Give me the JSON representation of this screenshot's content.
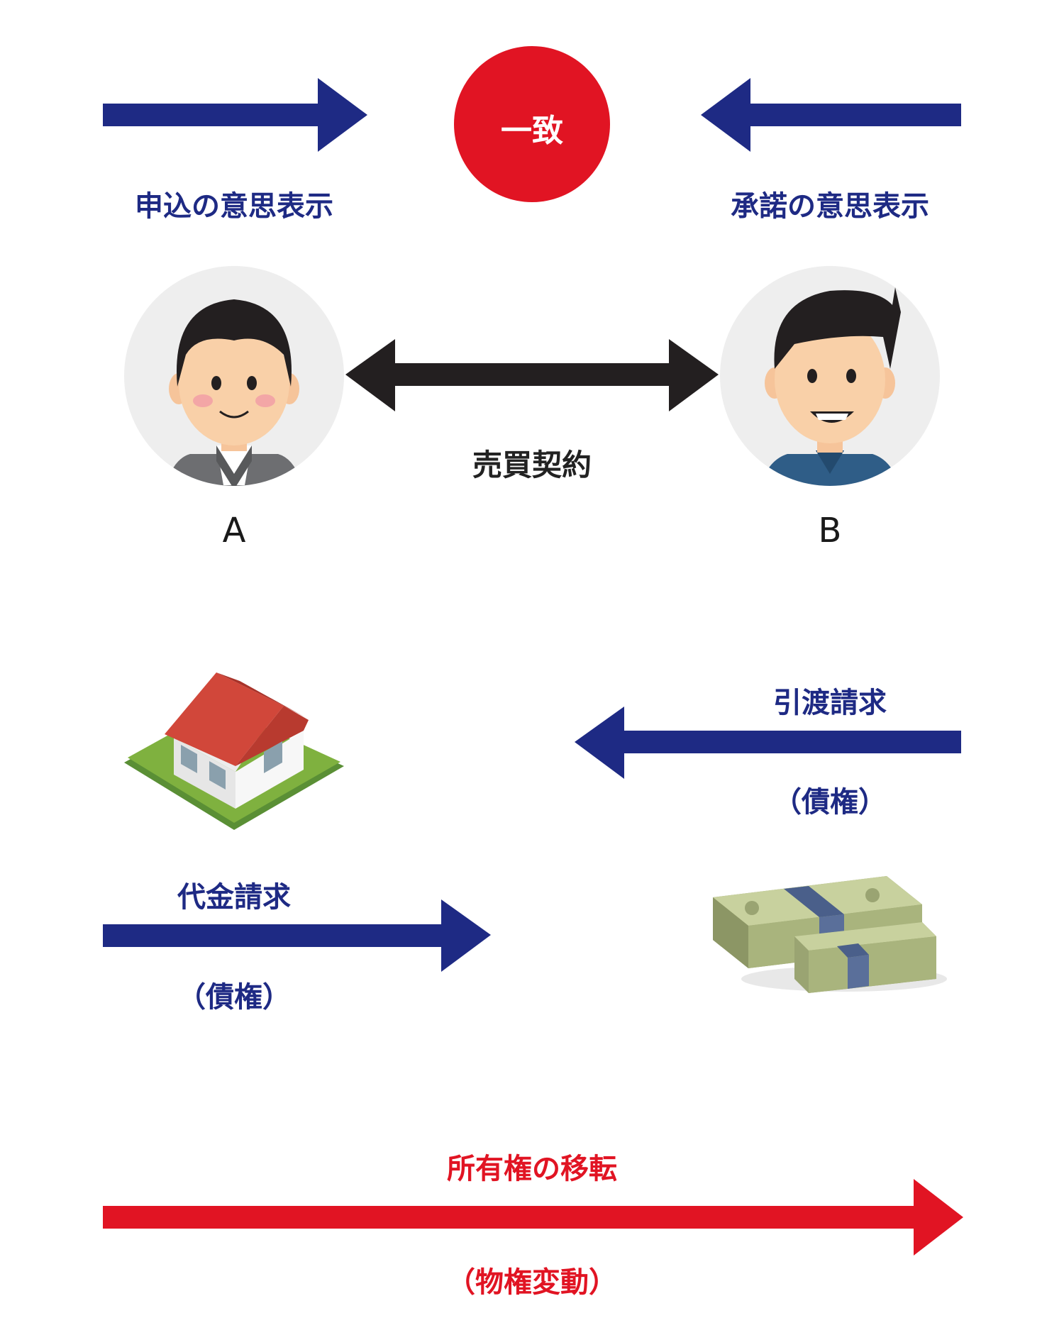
{
  "agreement": {
    "badge": "一致",
    "offer_label": "申込の意思表示",
    "acceptance_label": "承諾の意思表示"
  },
  "contract": {
    "label": "売買契約",
    "party_a": "A",
    "party_b": "B"
  },
  "claims": {
    "delivery_label": "引渡請求",
    "delivery_note": "（債権）",
    "payment_label": "代金請求",
    "payment_note": "（債権）"
  },
  "ownership": {
    "label": "所有権の移転",
    "note": "（物権変動）"
  },
  "colors": {
    "blue": "#1e2a84",
    "red": "#e11423",
    "dark": "#231f20"
  },
  "icons": [
    "person-a-icon",
    "person-b-icon",
    "house-icon",
    "money-icon"
  ]
}
